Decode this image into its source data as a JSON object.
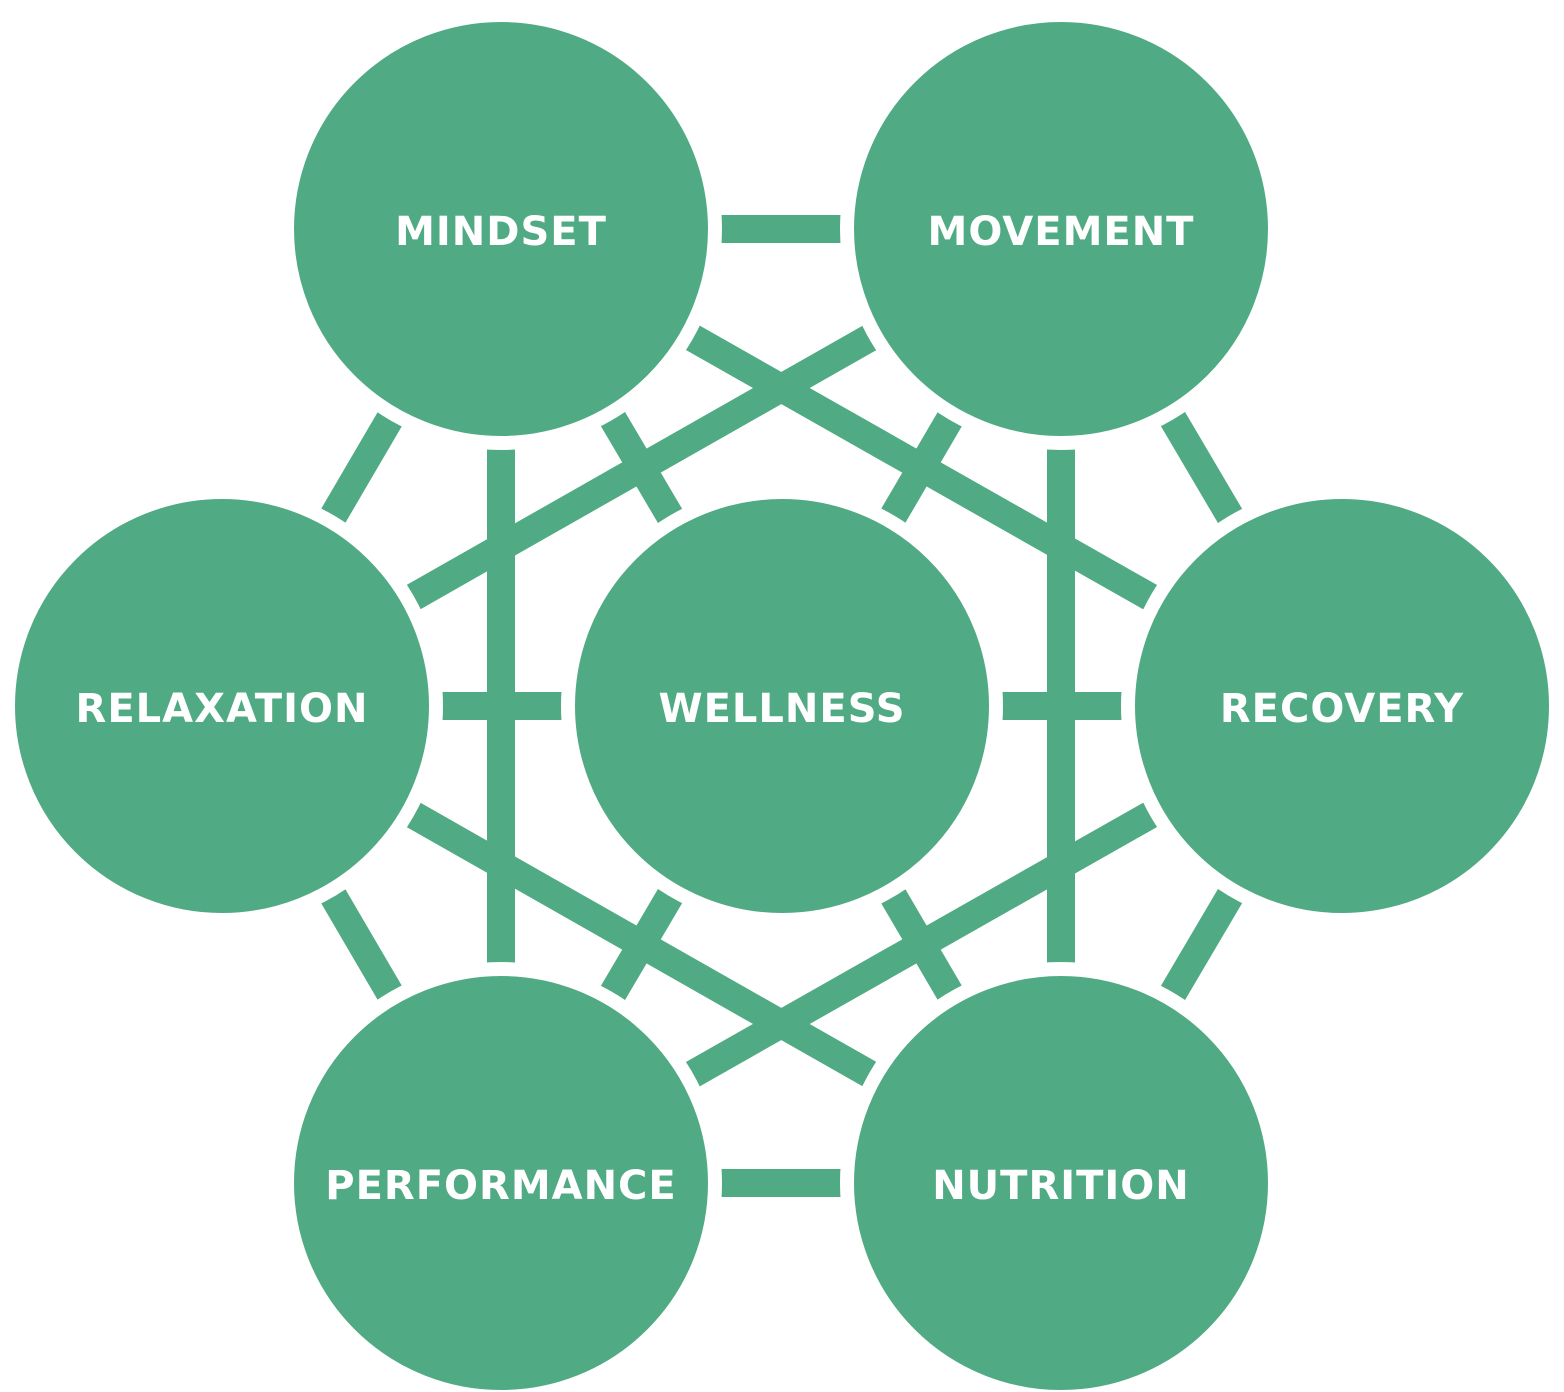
{
  "colors": {
    "fill": "#50AB84",
    "background": "#FFFFFF",
    "label": "#FFFFFF"
  },
  "diagram": {
    "center": {
      "id": "wellness",
      "label": "WELLNESS"
    },
    "nodes": [
      {
        "id": "mindset",
        "label": "MINDSET"
      },
      {
        "id": "movement",
        "label": "MOVEMENT"
      },
      {
        "id": "recovery",
        "label": "RECOVERY"
      },
      {
        "id": "nutrition",
        "label": "NUTRITION"
      },
      {
        "id": "performance",
        "label": "PERFORMANCE"
      },
      {
        "id": "relaxation",
        "label": "RELAXATION"
      }
    ],
    "connections": [
      [
        "mindset",
        "movement"
      ],
      [
        "movement",
        "recovery"
      ],
      [
        "recovery",
        "nutrition"
      ],
      [
        "nutrition",
        "performance"
      ],
      [
        "performance",
        "relaxation"
      ],
      [
        "relaxation",
        "mindset"
      ],
      [
        "mindset",
        "recovery"
      ],
      [
        "mindset",
        "performance"
      ],
      [
        "movement",
        "relaxation"
      ],
      [
        "movement",
        "nutrition"
      ],
      [
        "recovery",
        "performance"
      ],
      [
        "nutrition",
        "relaxation"
      ],
      [
        "wellness",
        "mindset"
      ],
      [
        "wellness",
        "movement"
      ],
      [
        "wellness",
        "recovery"
      ],
      [
        "wellness",
        "nutrition"
      ],
      [
        "wellness",
        "performance"
      ],
      [
        "wellness",
        "relaxation"
      ]
    ]
  }
}
